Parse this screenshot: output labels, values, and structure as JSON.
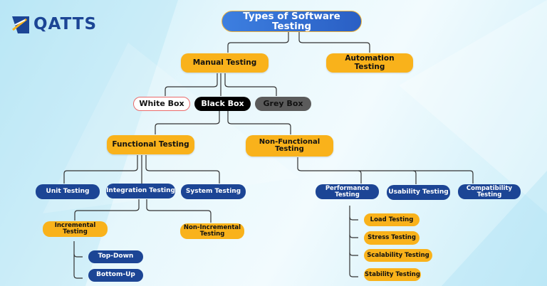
{
  "brand": {
    "name": "QATTS",
    "colors": {
      "navy": "#1c4595",
      "orange": "#f9b21b"
    }
  },
  "title": "Types of Software Testing",
  "level1": {
    "manual": "Manual Testing",
    "automation": "Automation\nTesting"
  },
  "boxes": {
    "white": "White Box",
    "black": "Black Box",
    "grey": "Grey Box"
  },
  "level3": {
    "functional": "Functional Testing",
    "non_functional": "Non-Functional\nTesting"
  },
  "functional": {
    "unit": "Unit Testing",
    "integration": "Integration Testing",
    "system": "System Testing"
  },
  "integration": {
    "incremental": "Incremental\nTesting",
    "non_incremental": "Non-Incremental\nTesting",
    "top_down": "Top-Down",
    "bottom_up": "Bottom-Up"
  },
  "non_functional": {
    "performance": "Performance\nTesting",
    "usability": "Usability Testing",
    "compatibility": "Compatibility\nTesting"
  },
  "performance": {
    "load": "Load Testing",
    "stress": "Stress Testing",
    "scalability": "Scalability Testing",
    "stability": "Stability Testing"
  }
}
